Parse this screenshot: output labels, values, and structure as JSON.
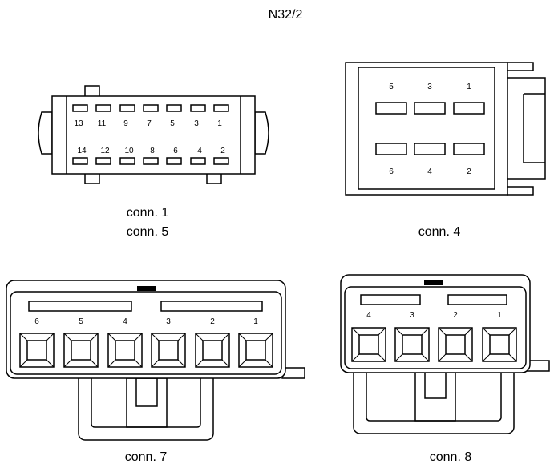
{
  "title": "N32/2",
  "conn1": {
    "captions": [
      "conn. 1",
      "conn. 5"
    ],
    "top_pins": [
      "13",
      "11",
      "9",
      "7",
      "5",
      "3",
      "1"
    ],
    "bottom_pins": [
      "14",
      "12",
      "10",
      "8",
      "6",
      "4",
      "2"
    ]
  },
  "conn4": {
    "caption": "conn. 4",
    "top_pins": [
      "5",
      "3",
      "1"
    ],
    "bottom_pins": [
      "6",
      "4",
      "2"
    ]
  },
  "conn7": {
    "caption": "conn. 7",
    "pins": [
      "6",
      "5",
      "4",
      "3",
      "2",
      "1"
    ]
  },
  "conn8": {
    "caption": "conn. 8",
    "pins": [
      "4",
      "3",
      "2",
      "1"
    ]
  }
}
